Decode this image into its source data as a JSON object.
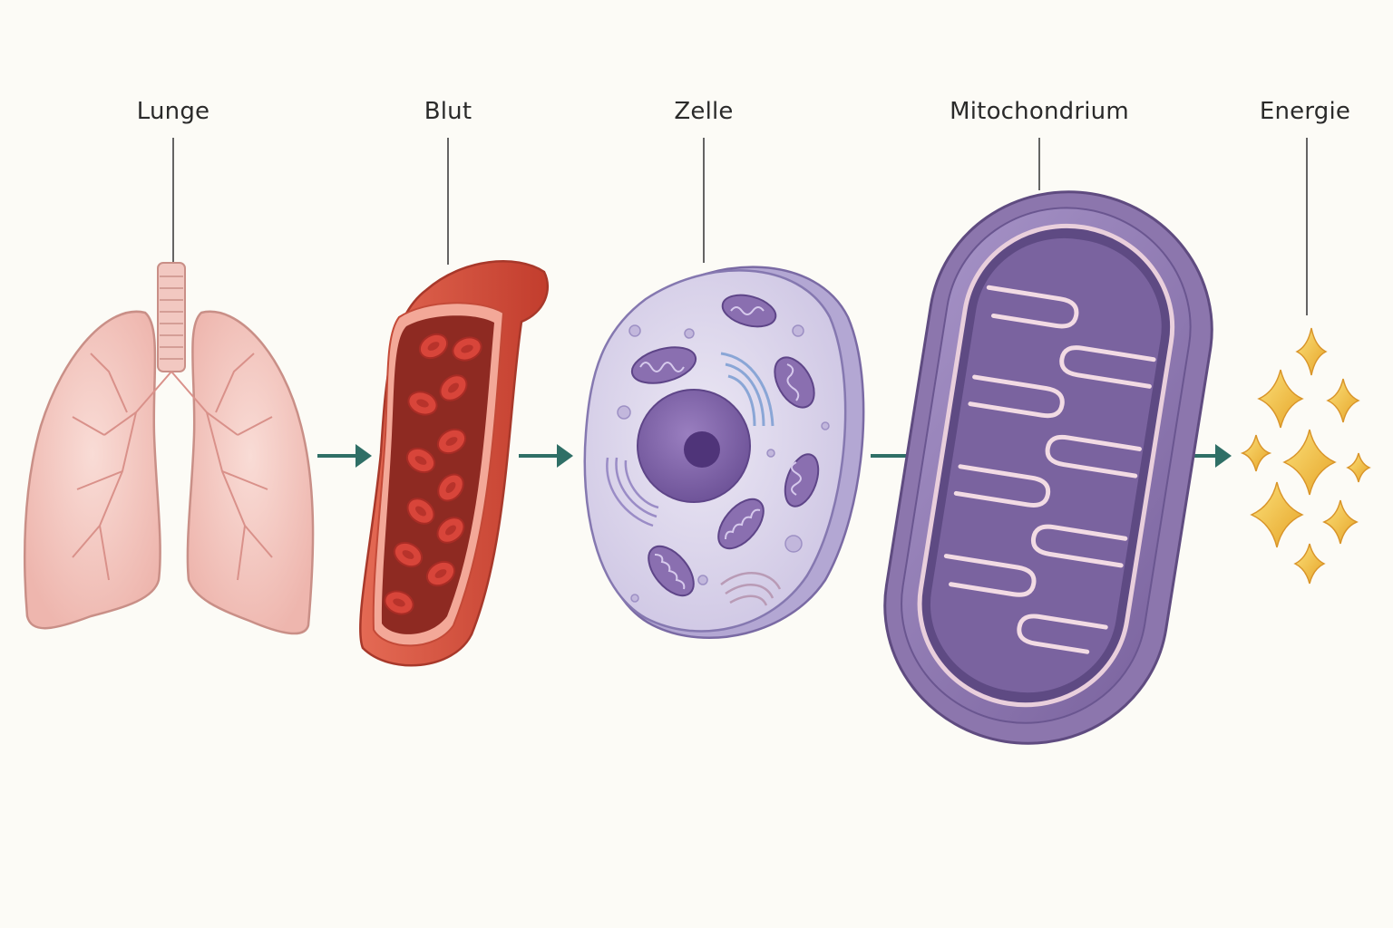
{
  "stages": [
    {
      "id": "lung",
      "label": "Lunge"
    },
    {
      "id": "blood",
      "label": "Blut"
    },
    {
      "id": "cell",
      "label": "Zelle"
    },
    {
      "id": "mitochondrion",
      "label": "Mitochondrium"
    },
    {
      "id": "energy",
      "label": "Energie"
    }
  ],
  "colors": {
    "background": "#fcfbf6",
    "arrow": "#2f6f66",
    "lung": "#f2c3bd",
    "blood": "#d9503c",
    "cell": "#d9d3ea",
    "mitochondrion": "#8c76ad",
    "energy": "#f0b93a"
  }
}
